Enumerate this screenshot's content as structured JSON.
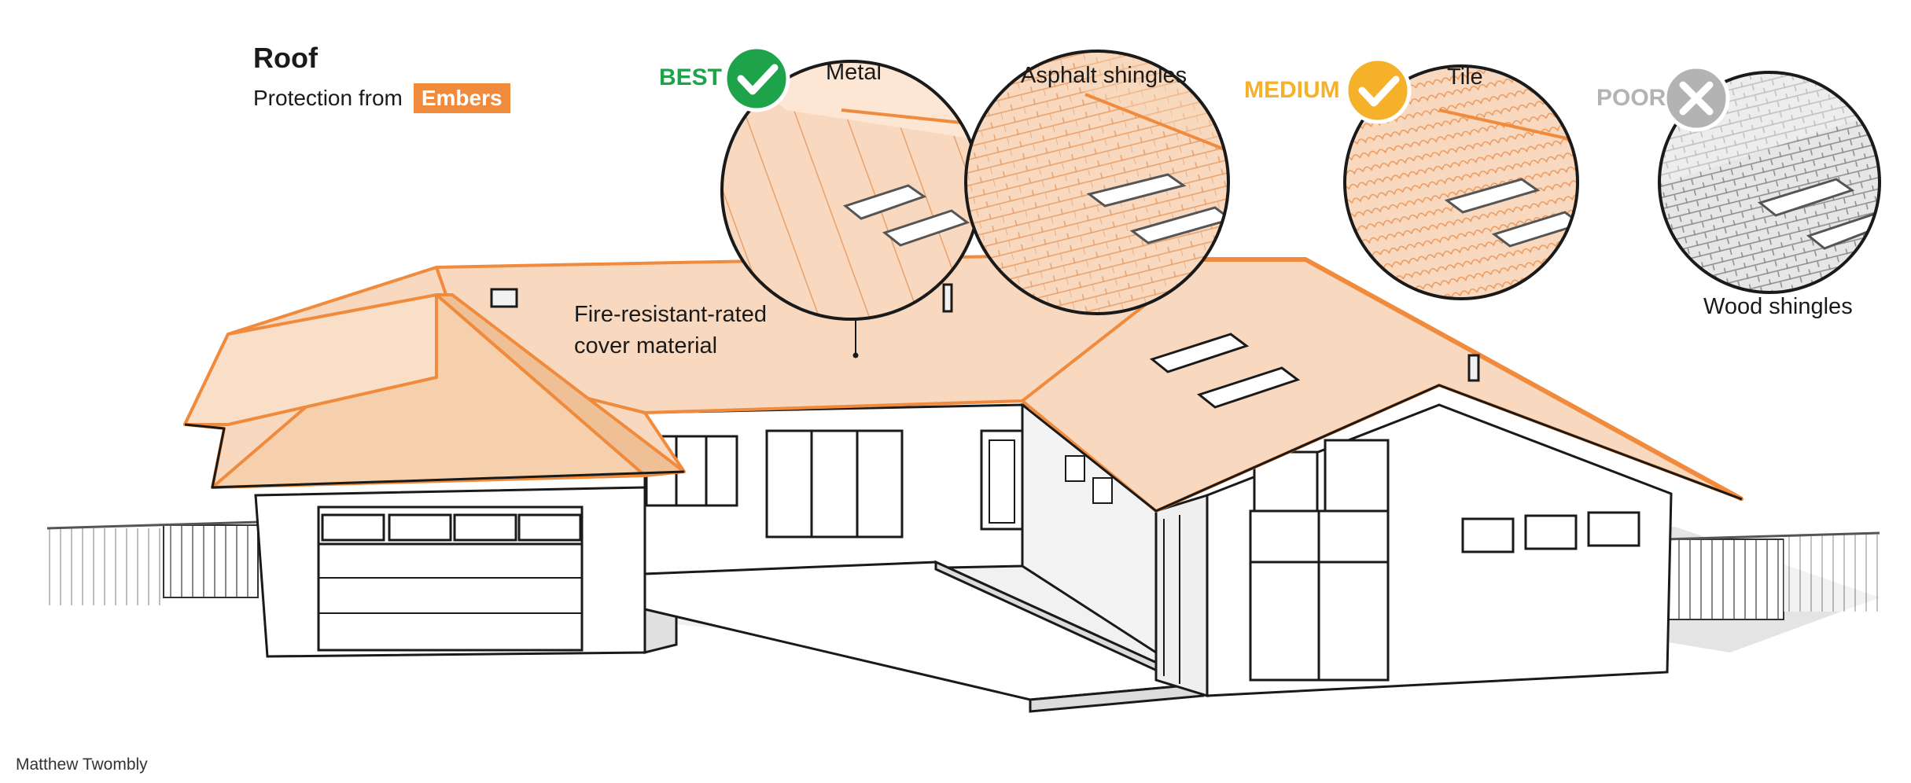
{
  "header": {
    "title": "Roof",
    "subtitle": "Protection from",
    "tag": "Embers"
  },
  "callout": {
    "line1": "Fire-resistant-rated",
    "line2": "cover material"
  },
  "materials": [
    {
      "rating": "BEST",
      "name": "Metal",
      "icon": "check-icon",
      "color": "#1ea34a"
    },
    {
      "rating": "",
      "name": "Asphalt shingles",
      "icon": "",
      "color": "#1ea34a"
    },
    {
      "rating": "MEDIUM",
      "name": "Tile",
      "icon": "check-icon",
      "color": "#f6b12b"
    },
    {
      "rating": "POOR",
      "name": "Wood shingles",
      "icon": "x-icon",
      "color": "#b3b3b3"
    }
  ],
  "colors": {
    "roof_fill": "#f8d9bf",
    "roof_stroke": "#f08a3c",
    "accent": "#f08a3c"
  },
  "credit": "Matthew Twombly"
}
